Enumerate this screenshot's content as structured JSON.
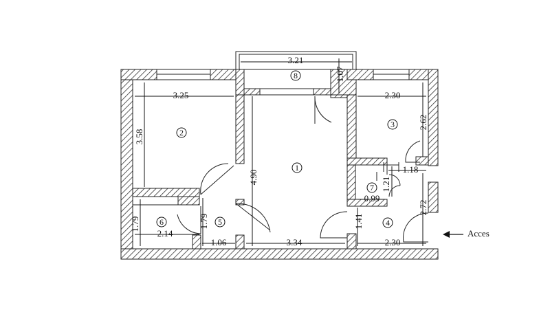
{
  "rooms": {
    "r1": "1",
    "r2": "2",
    "r3": "3",
    "r4": "4",
    "r5": "5",
    "r6": "6",
    "r7": "7",
    "r8": "8"
  },
  "dimensions": {
    "balcony_width": "3.21",
    "balcony_depth": "1.07",
    "room2_width": "3.25",
    "room2_depth": "3.58",
    "room1_depth": "4.90",
    "room1_width": "3.34",
    "room3_width": "2.30",
    "room3_depth": "2.62",
    "room7_depth": "1.21",
    "room7_side": "1.18",
    "room7_width": "0.99",
    "room4_depth": "2.72",
    "room4_width": "2.30",
    "room4_side": "1.41",
    "room6_depth": "1.79",
    "room6_width": "2.14",
    "room5_depth": "1.79",
    "room5_width": "1.06"
  },
  "access_label": "Acces",
  "colors": {
    "wall_hatch": "#333333",
    "line": "#111111",
    "background": "#ffffff"
  }
}
